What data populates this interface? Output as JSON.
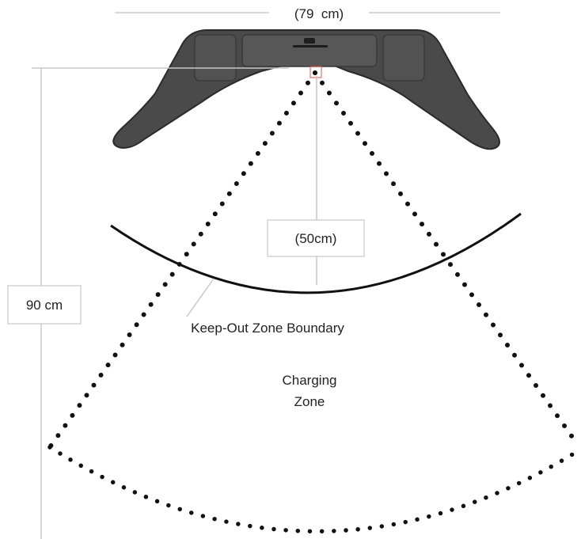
{
  "width_label": "(79  cm)",
  "height_label": "90 cm",
  "keepout_distance_label": "(50cm)",
  "keepout_boundary_label": "Keep-Out Zone Boundary",
  "charging_zone_label": [
    "Charging",
    "Zone"
  ],
  "colors": {
    "device_body": "#4a4a4a",
    "device_edge": "#2b2b2b",
    "device_panel": "#5a5a5a",
    "dimension_line": "#c8c8c8",
    "boundary_arc": "#111111",
    "zone_dots": "#111111",
    "origin_marker": "#e05050"
  }
}
